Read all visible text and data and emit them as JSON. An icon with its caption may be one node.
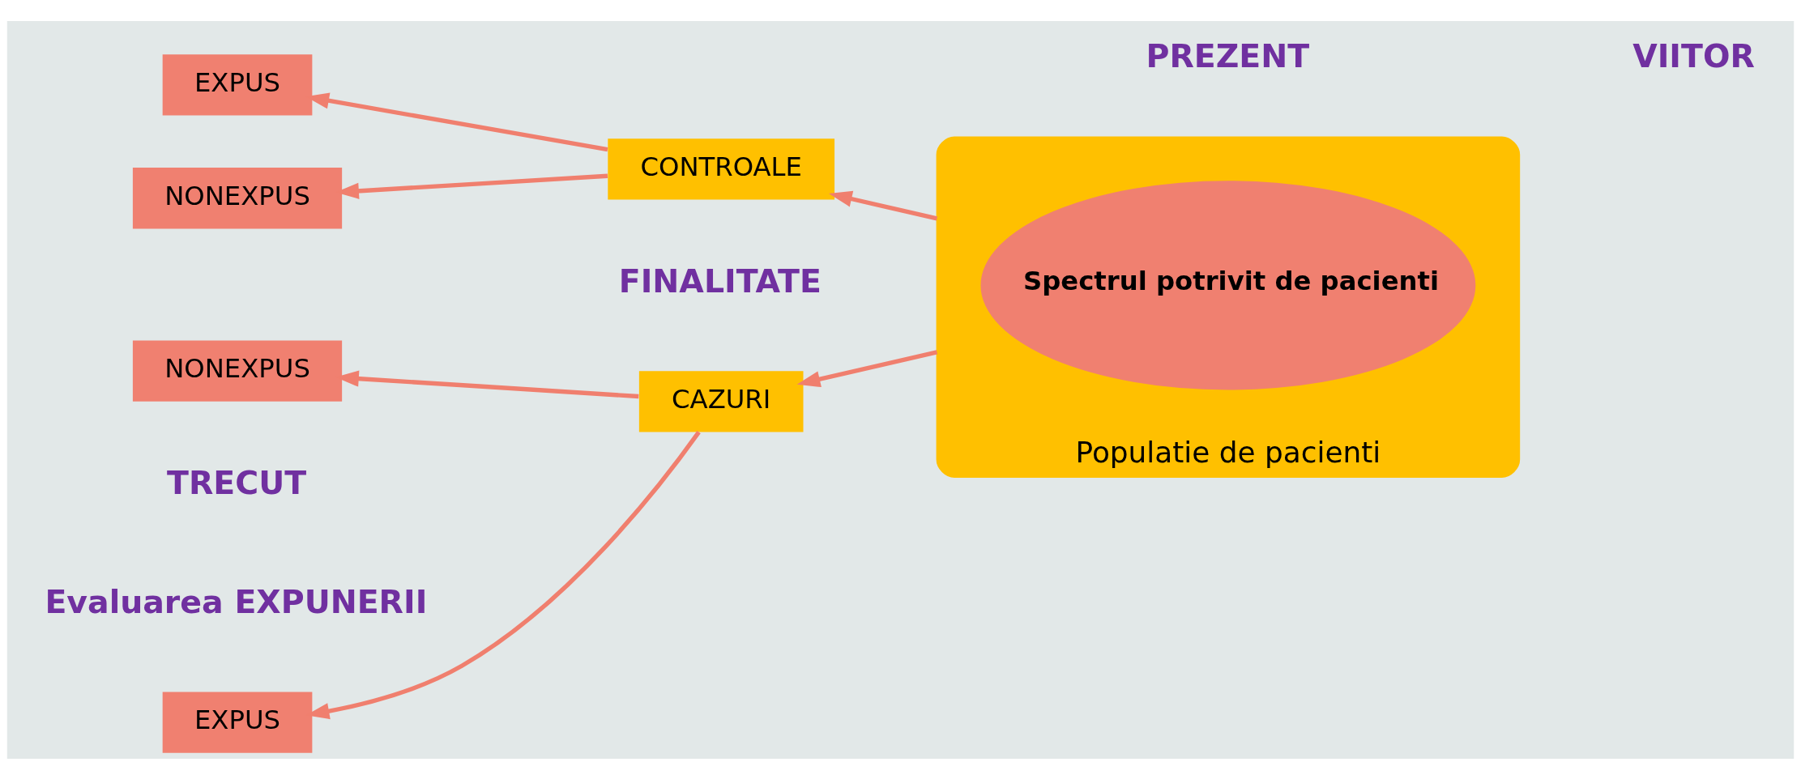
{
  "diagram": {
    "nodes": [
      {
        "text": [
          "Populatie de pacienti"
        ]
      },
      {
        "text": [
          "Spectrul potrivit de pacienti"
        ],
        "in": 0
      },
      {
        "text": [
          "CAZURI"
        ]
      },
      {
        "text": [
          "CONTROALE"
        ]
      },
      {
        "text": [
          "EXPUS"
        ]
      },
      {
        "text": [
          "NONEXPUS"
        ]
      },
      {
        "text": [
          "EXPUS"
        ]
      },
      {
        "text": [
          "NONEXPUS"
        ]
      }
    ],
    "edges": [
      {
        "from": 0,
        "to": 2,
        "arrow": "to"
      },
      {
        "from": 0,
        "to": 3,
        "arrow": "to"
      },
      {
        "from": 2,
        "to": 4,
        "arrow": "to"
      },
      {
        "from": 2,
        "to": 5,
        "arrow": "to"
      },
      {
        "from": 3,
        "to": 6,
        "arrow": "to"
      },
      {
        "from": 3,
        "to": 7,
        "arrow": "to"
      }
    ],
    "labels": [
      "TRECUT",
      "Evaluarea EXPUNERII",
      "FINALITATE",
      "PREZENT",
      "VIITOR"
    ]
  }
}
